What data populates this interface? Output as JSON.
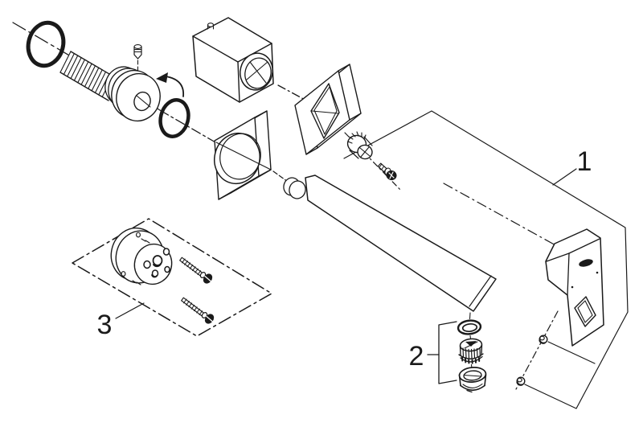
{
  "figure": {
    "kind": "exploded-parts-diagram",
    "background_color": "#ffffff",
    "line_color": "#1a1a1a",
    "callouts": [
      {
        "label": "1",
        "part": "wall-mounted-spout-trim-assembly"
      },
      {
        "label": "2",
        "part": "aerator-assembly"
      },
      {
        "label": "3",
        "part": "mounting-rosette-kit"
      }
    ],
    "parts": [
      {
        "name": "o-ring-large"
      },
      {
        "name": "threaded-union"
      },
      {
        "name": "set-screw"
      },
      {
        "name": "rotation-arrow"
      },
      {
        "name": "o-ring-small"
      },
      {
        "name": "valve-housing-cube"
      },
      {
        "name": "escutcheon-round-hole"
      },
      {
        "name": "escutcheon-square-hole"
      },
      {
        "name": "knurled-nut"
      },
      {
        "name": "fixing-screw"
      },
      {
        "name": "square-spout"
      },
      {
        "name": "flow-washer"
      },
      {
        "name": "aerator-insert"
      },
      {
        "name": "aerator-shell"
      },
      {
        "name": "wall-bracket"
      },
      {
        "name": "bracket-screw-upper"
      },
      {
        "name": "bracket-screw-lower"
      },
      {
        "name": "mounting-rosette"
      },
      {
        "name": "rosette-screw-upper"
      },
      {
        "name": "rosette-screw-lower"
      }
    ]
  }
}
